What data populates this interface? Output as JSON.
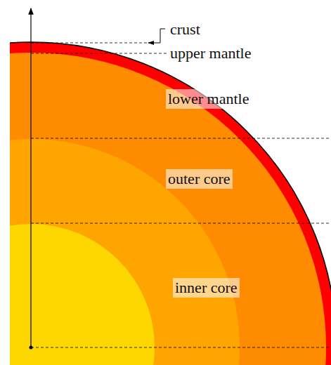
{
  "diagram": {
    "labels": [
      "crust",
      "upper mantle",
      "lower mantle",
      "outer core",
      "inner core"
    ]
  }
}
